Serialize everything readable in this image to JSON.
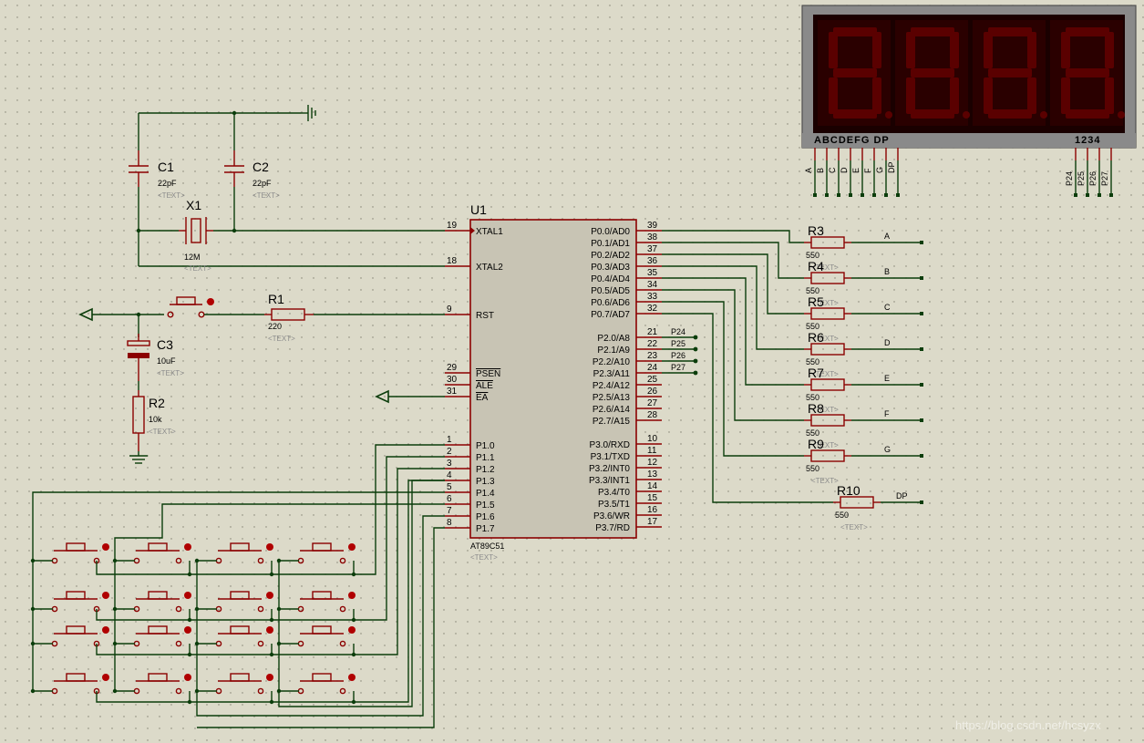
{
  "chip": {
    "ref": "U1",
    "part": "AT89C51",
    "text": "<TEXT>",
    "left_pins": [
      {
        "num": "19",
        "name": "XTAL1"
      },
      {
        "num": "18",
        "name": "XTAL2"
      },
      {
        "num": "9",
        "name": "RST"
      },
      {
        "num": "29",
        "name": "PSEN"
      },
      {
        "num": "30",
        "name": "ALE"
      },
      {
        "num": "31",
        "name": "EA"
      },
      {
        "num": "1",
        "name": "P1.0"
      },
      {
        "num": "2",
        "name": "P1.1"
      },
      {
        "num": "3",
        "name": "P1.2"
      },
      {
        "num": "4",
        "name": "P1.3"
      },
      {
        "num": "5",
        "name": "P1.4"
      },
      {
        "num": "6",
        "name": "P1.5"
      },
      {
        "num": "7",
        "name": "P1.6"
      },
      {
        "num": "8",
        "name": "P1.7"
      }
    ],
    "right_pins": [
      {
        "num": "39",
        "name": "P0.0/AD0"
      },
      {
        "num": "38",
        "name": "P0.1/AD1"
      },
      {
        "num": "37",
        "name": "P0.2/AD2"
      },
      {
        "num": "36",
        "name": "P0.3/AD3"
      },
      {
        "num": "35",
        "name": "P0.4/AD4"
      },
      {
        "num": "34",
        "name": "P0.5/AD5"
      },
      {
        "num": "33",
        "name": "P0.6/AD6"
      },
      {
        "num": "32",
        "name": "P0.7/AD7"
      },
      {
        "num": "21",
        "name": "P2.0/A8"
      },
      {
        "num": "22",
        "name": "P2.1/A9"
      },
      {
        "num": "23",
        "name": "P2.2/A10"
      },
      {
        "num": "24",
        "name": "P2.3/A11"
      },
      {
        "num": "25",
        "name": "P2.4/A12"
      },
      {
        "num": "26",
        "name": "P2.5/A13"
      },
      {
        "num": "27",
        "name": "P2.6/A14"
      },
      {
        "num": "28",
        "name": "P2.7/A15"
      },
      {
        "num": "10",
        "name": "P3.0/RXD"
      },
      {
        "num": "11",
        "name": "P3.1/TXD"
      },
      {
        "num": "12",
        "name": "P3.2/INT0"
      },
      {
        "num": "13",
        "name": "P3.3/INT1"
      },
      {
        "num": "14",
        "name": "P3.4/T0"
      },
      {
        "num": "15",
        "name": "P3.5/T1"
      },
      {
        "num": "16",
        "name": "P3.6/WR"
      },
      {
        "num": "17",
        "name": "P3.7/RD"
      }
    ]
  },
  "p2_labels": [
    "P24",
    "P25",
    "P26",
    "P27"
  ],
  "components": {
    "C1": {
      "ref": "C1",
      "value": "22pF",
      "text": "<TEXT>"
    },
    "C2": {
      "ref": "C2",
      "value": "22pF",
      "text": "<TEXT>"
    },
    "X1": {
      "ref": "X1",
      "value": "12M",
      "text": "<TEXT>"
    },
    "R1": {
      "ref": "R1",
      "value": "220",
      "text": "<TEXT>"
    },
    "C3": {
      "ref": "C3",
      "value": "10uF",
      "text": "<TEXT>"
    },
    "R2": {
      "ref": "R2",
      "value": "10k",
      "text": "<TEXT>"
    }
  },
  "segment_resistors": [
    {
      "ref": "R3",
      "value": "550",
      "text": "<TEXT>",
      "net": "A"
    },
    {
      "ref": "R4",
      "value": "550",
      "text": "<TEXT>",
      "net": "B"
    },
    {
      "ref": "R5",
      "value": "550",
      "text": "<TEXT>",
      "net": "C"
    },
    {
      "ref": "R6",
      "value": "550",
      "text": "<TEXT>",
      "net": "D"
    },
    {
      "ref": "R7",
      "value": "550",
      "text": "<TEXT>",
      "net": "E"
    },
    {
      "ref": "R8",
      "value": "550",
      "text": "<TEXT>",
      "net": "F"
    },
    {
      "ref": "R9",
      "value": "550",
      "text": "<TEXT>",
      "net": "G"
    },
    {
      "ref": "R10",
      "value": "550",
      "text": "<TEXT>",
      "net": "DP"
    }
  ],
  "display": {
    "seg_label": "ABCDEFG DP",
    "digit_label": "1234",
    "seg_pins": [
      "A",
      "B",
      "C",
      "D",
      "E",
      "F",
      "G",
      "DP"
    ],
    "digit_pins": [
      "P24",
      "P25",
      "P26",
      "P27"
    ],
    "digits": 4
  },
  "keypad": {
    "rows": 4,
    "cols": 4
  },
  "watermark": "https://blog.csdn.net/hcsyzx",
  "colors": {
    "background": "#dcdac9",
    "wire": "#0b3d0b",
    "component": "#8b0000",
    "chip_fill": "#c8c4b4",
    "display_bezel": "#8a8a8a",
    "segment_off": "#5a0000"
  }
}
